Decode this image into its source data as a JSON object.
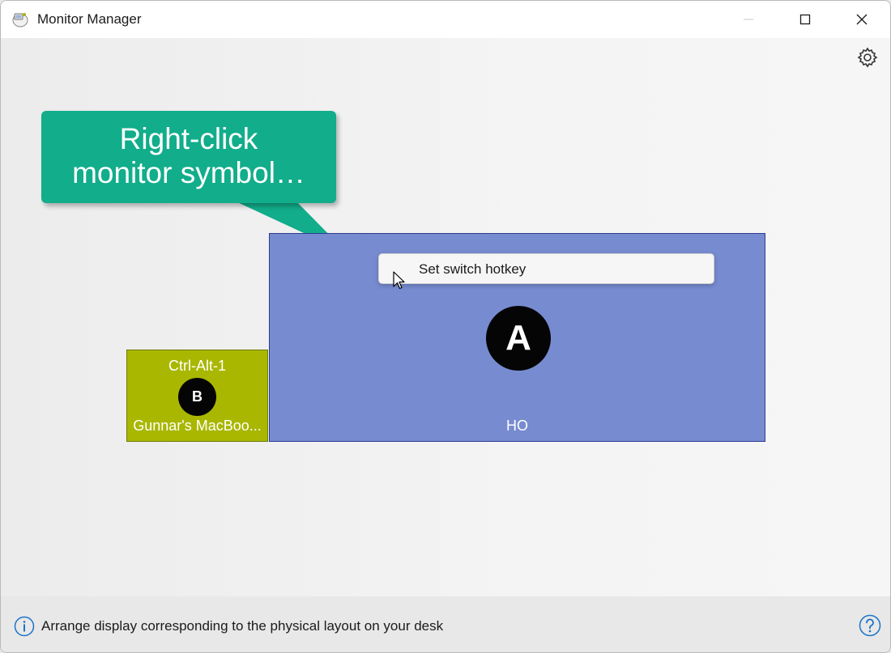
{
  "window": {
    "title": "Monitor Manager",
    "icons": {
      "app": "monitor-manager-app-icon",
      "minimize": "minimize-icon",
      "maximize": "maximize-icon",
      "close": "close-icon",
      "settings": "gear-icon"
    }
  },
  "callout": {
    "line1": "Right-click",
    "line2": "monitor symbol…",
    "color": "#12ad8b"
  },
  "monitors": {
    "a": {
      "letter": "A",
      "label": "HO",
      "color": "#778bd1"
    },
    "b": {
      "letter": "B",
      "hotkey": "Ctrl-Alt-1",
      "label": "Gunnar's MacBoo...",
      "color": "#a9b700"
    }
  },
  "context_menu": {
    "items": [
      {
        "label": "Set switch hotkey"
      }
    ]
  },
  "status": {
    "text": "Arrange display corresponding to the physical layout on your desk",
    "icons": {
      "info": "info-icon",
      "help": "help-icon"
    },
    "accent": "#1a73c8"
  }
}
